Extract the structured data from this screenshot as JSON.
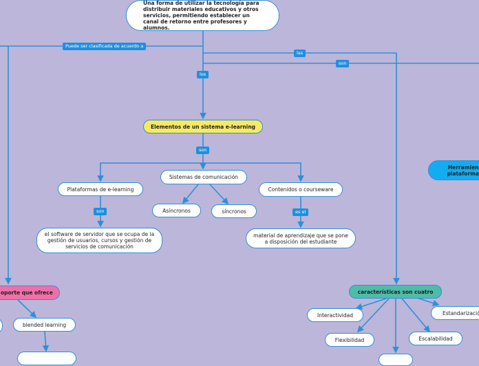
{
  "root": {
    "text": "Una forma de utilizar la tecnología para distribuir materiales educativos y otros servicios, permitiendo establecer un canal de retorno entre profesores y alumnos."
  },
  "labels": {
    "clasificada": "Puede ser clasificada de acuerdo a",
    "las": "las",
    "son_top": "son",
    "los": "los",
    "son_elementos": "son",
    "son_plataformas": "son",
    "es_el": "es el"
  },
  "nodes": {
    "elementos": "Elementos de un sistema e-learning",
    "plataformas": "Plataformas de e-learning",
    "sistemas": "Sistemas de comunicación",
    "contenidos": "Contenidos o courseware",
    "asincronos": "Asíncronos",
    "sincronos": "síncronos",
    "software": "el software de servidor que se ocupa de la gestión de usuarios, cursos y gestión de servicios de comunicación",
    "material": "material de aprendizaje que se pone a disposición del estudiante",
    "soporte": "oporte que ofrece",
    "blended": "blended learning",
    "caracteristicas": "características son cuatro",
    "interactividad": "Interactividad",
    "flexibilidad": "Flexibilidad",
    "escalabilidad": "Escalabilidad",
    "estandarizacion": "Estandarización",
    "herramientas": "Herramient plataformas"
  },
  "colors": {
    "line": "#2f8fd6",
    "background": "#bcb6da",
    "tag": "#1f8fe0",
    "yellow": "#f7ea63",
    "teal": "#4dbda9",
    "pink": "#f06fa8",
    "blue": "#12adf0"
  }
}
